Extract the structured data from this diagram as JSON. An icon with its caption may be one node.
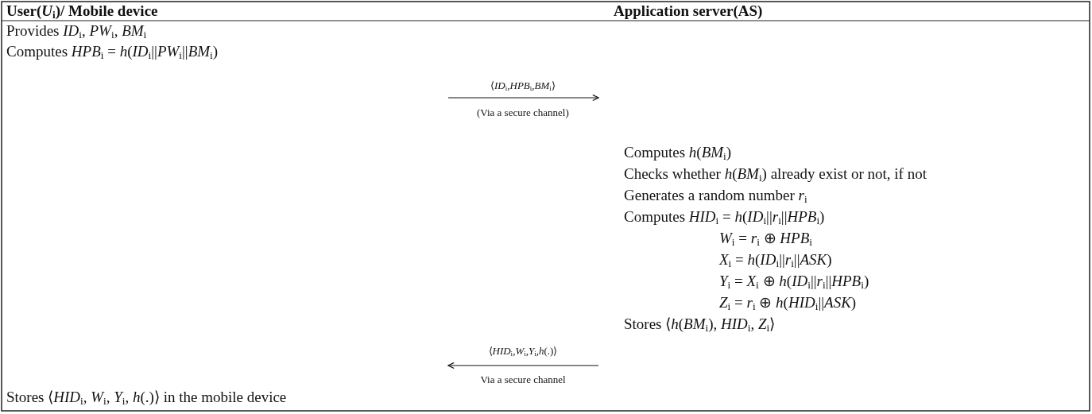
{
  "diagram": {
    "labels": [
      "User(*U*$_{i}$)/ Mobile device",
      "Application server(AS)",
      "Provides *ID*$_{i}$, *PW*$_{i}$, *BM*$_{i}$",
      "Computes *HPB*$_{i}$ = *h*(*ID*$_{i}$||*PW*$_{i}$||*BM*$_{i}$)",
      "⟨*ID*$_{i}$,*HPB*$_{i}$,*BM*$_{i}$⟩",
      "(Via a secure channel)",
      "Computes *h*(*BM*$_{i}$)",
      "Checks whether *h*(*BM*$_{i}$) already exist or not, if not",
      "Generates a random number *r*$_{i}$",
      "Computes *HID*$_{i}$ = *h*(*ID*$_{i}$||*r*$_{i}$||*HPB*$_{i}$)",
      "*W*$_{i}$ = *r*$_{i}$ ⊕ *HPB*$_{i}$",
      "*X*$_{i}$ = *h*(*ID*$_{i}$||*r*$_{i}$||*ASK*)",
      "*Y*$_{i}$ = *X*$_{i}$ ⊕ *h*(*ID*$_{i}$||*r*$_{i}$||*HPB*$_{i}$)",
      "*Z*$_{i}$ = *r*$_{i}$ ⊕ *h*(*HID*$_{i}$||*ASK*)",
      "Stores ⟨*h*(*BM*$_{i}$), *HID*$_{i}$, *Z*$_{i}$⟩",
      "⟨*HID*$_{i}$,*W*$_{i}$,*Y*$_{i}$,*h*(.)⟩",
      "Via a secure channel",
      "Stores ⟨*HID*$_{i}$, *W*$_{i}$, *Y*$_{i}$, *h*(.)⟩ in the mobile device"
    ]
  }
}
